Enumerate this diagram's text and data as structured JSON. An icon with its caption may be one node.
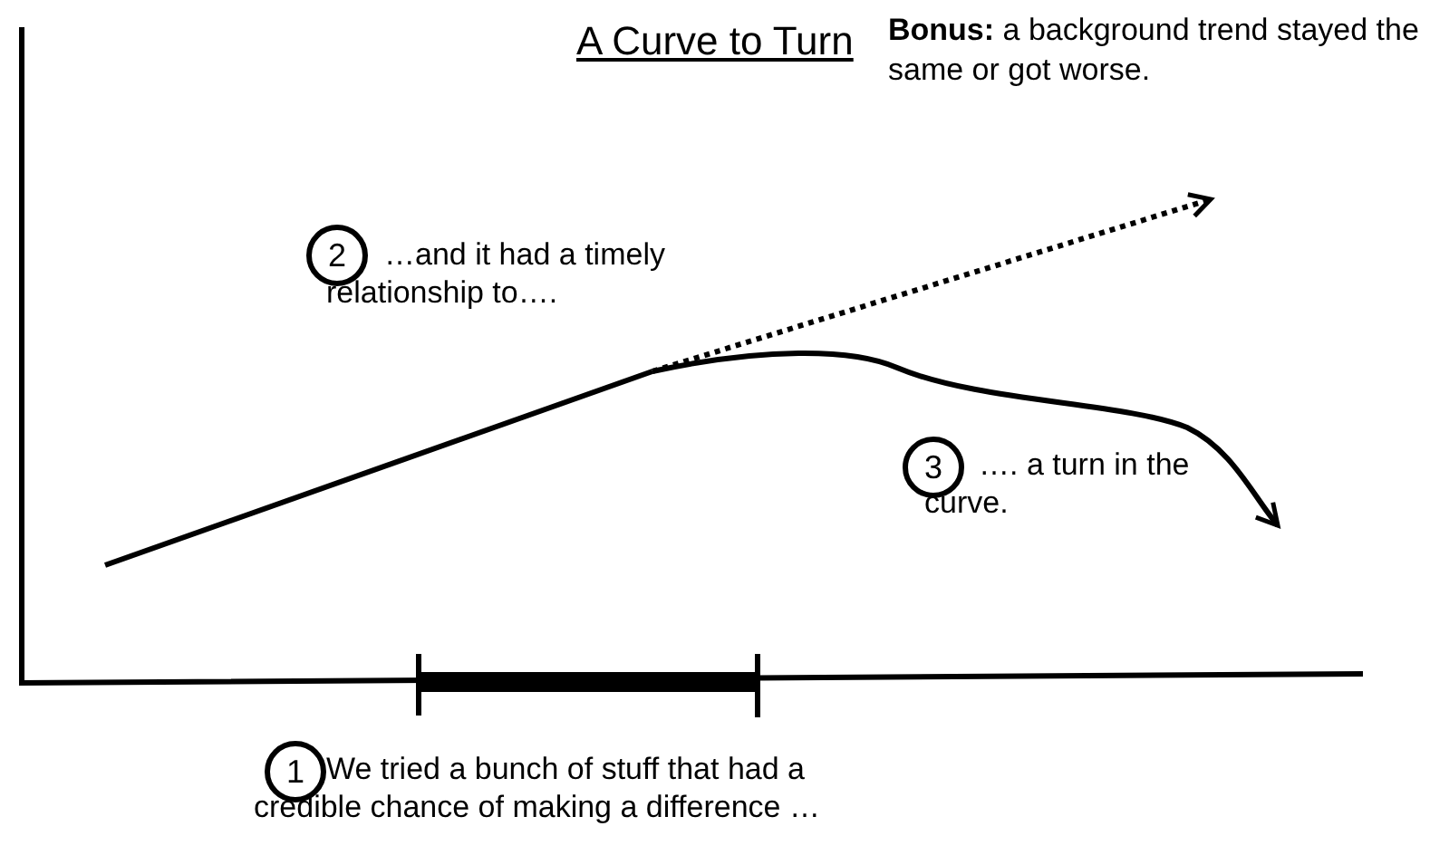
{
  "diagram": {
    "title": "A Curve to Turn",
    "nodes": [
      {
        "text": [
          "2"
        ],
        "beside": [
          "…and it had a timely relationship to…."
        ]
      },
      {
        "text": [
          "3"
        ],
        "beside": [
          "…. a turn in the curve."
        ]
      },
      {
        "text": [
          "1"
        ],
        "beside": [
          "We tried a bunch of stuff that had a credible chance of making a difference …"
        ]
      }
    ],
    "labels": [
      "**Bonus:** a background trend stayed the same or got worse."
    ]
  }
}
